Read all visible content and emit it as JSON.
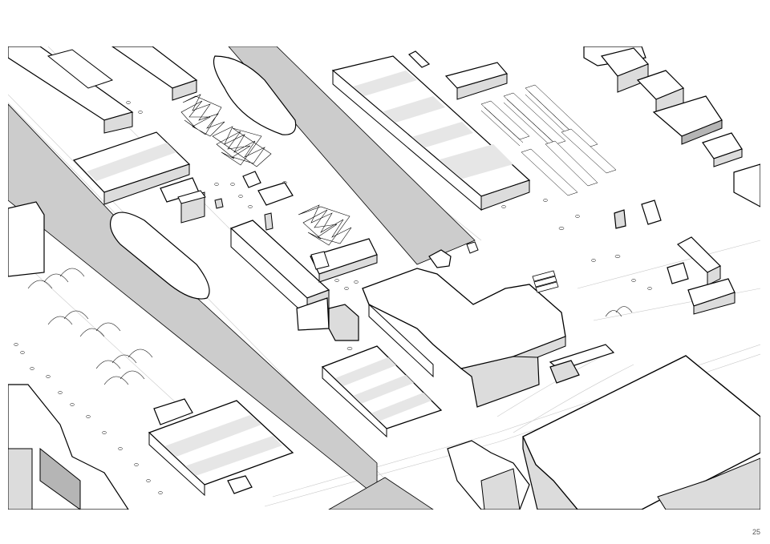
{
  "page": {
    "page_number": "25"
  },
  "colors": {
    "background": "#ffffff",
    "water": "#cccccc",
    "roof": "#ffffff",
    "roof_stripe": "#e6e6e6",
    "facade_side": "#dcdcdc",
    "facade_dark": "#b5b5b5",
    "line": "#000000",
    "faint_line": "#c8c8c8"
  },
  "drawing": {
    "style": "axonometric line drawing",
    "elements": {
      "canals": 3,
      "boats": 2,
      "tree_clusters": 3,
      "shrub_groups": 6
    }
  }
}
